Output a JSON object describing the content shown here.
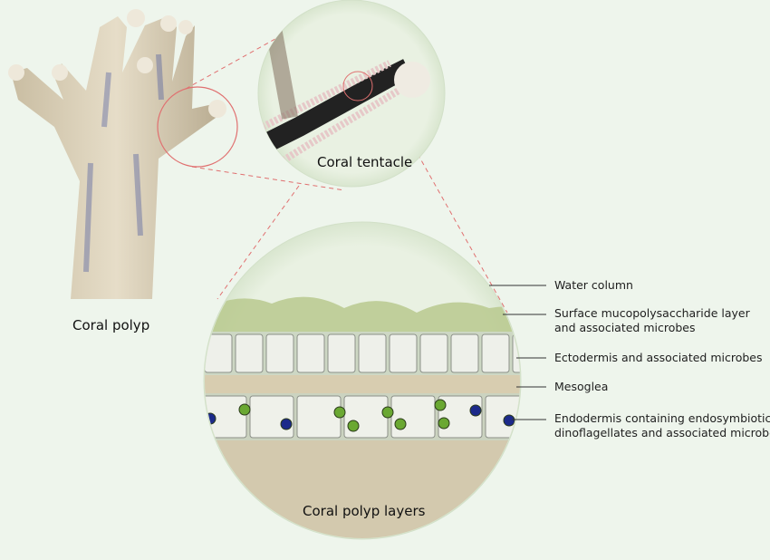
{
  "captions": {
    "polyp": "Coral polyp",
    "tentacle": "Coral tentacle",
    "layers": "Coral polyp layers"
  },
  "layer_labels": [
    {
      "line1": "Water column",
      "line2": ""
    },
    {
      "line1": "Surface mucopolysaccharide layer",
      "line2": "and associated microbes"
    },
    {
      "line1": "Ectodermis and associated microbes",
      "line2": ""
    },
    {
      "line1": "Mesoglea",
      "line2": ""
    },
    {
      "line1": "Endodermis containing endosymbiotic",
      "line2": "dinoflagellates and associated microbes"
    }
  ],
  "colors": {
    "background": "#eef5ec",
    "zoom_line": "#e07070",
    "polyp_body": "#d9cfb9",
    "polyp_pigment": "#3a4a9a",
    "mucus": "#b9c98e",
    "mesoglea": "#d8cdb0",
    "symbiont": "#6aa832"
  }
}
